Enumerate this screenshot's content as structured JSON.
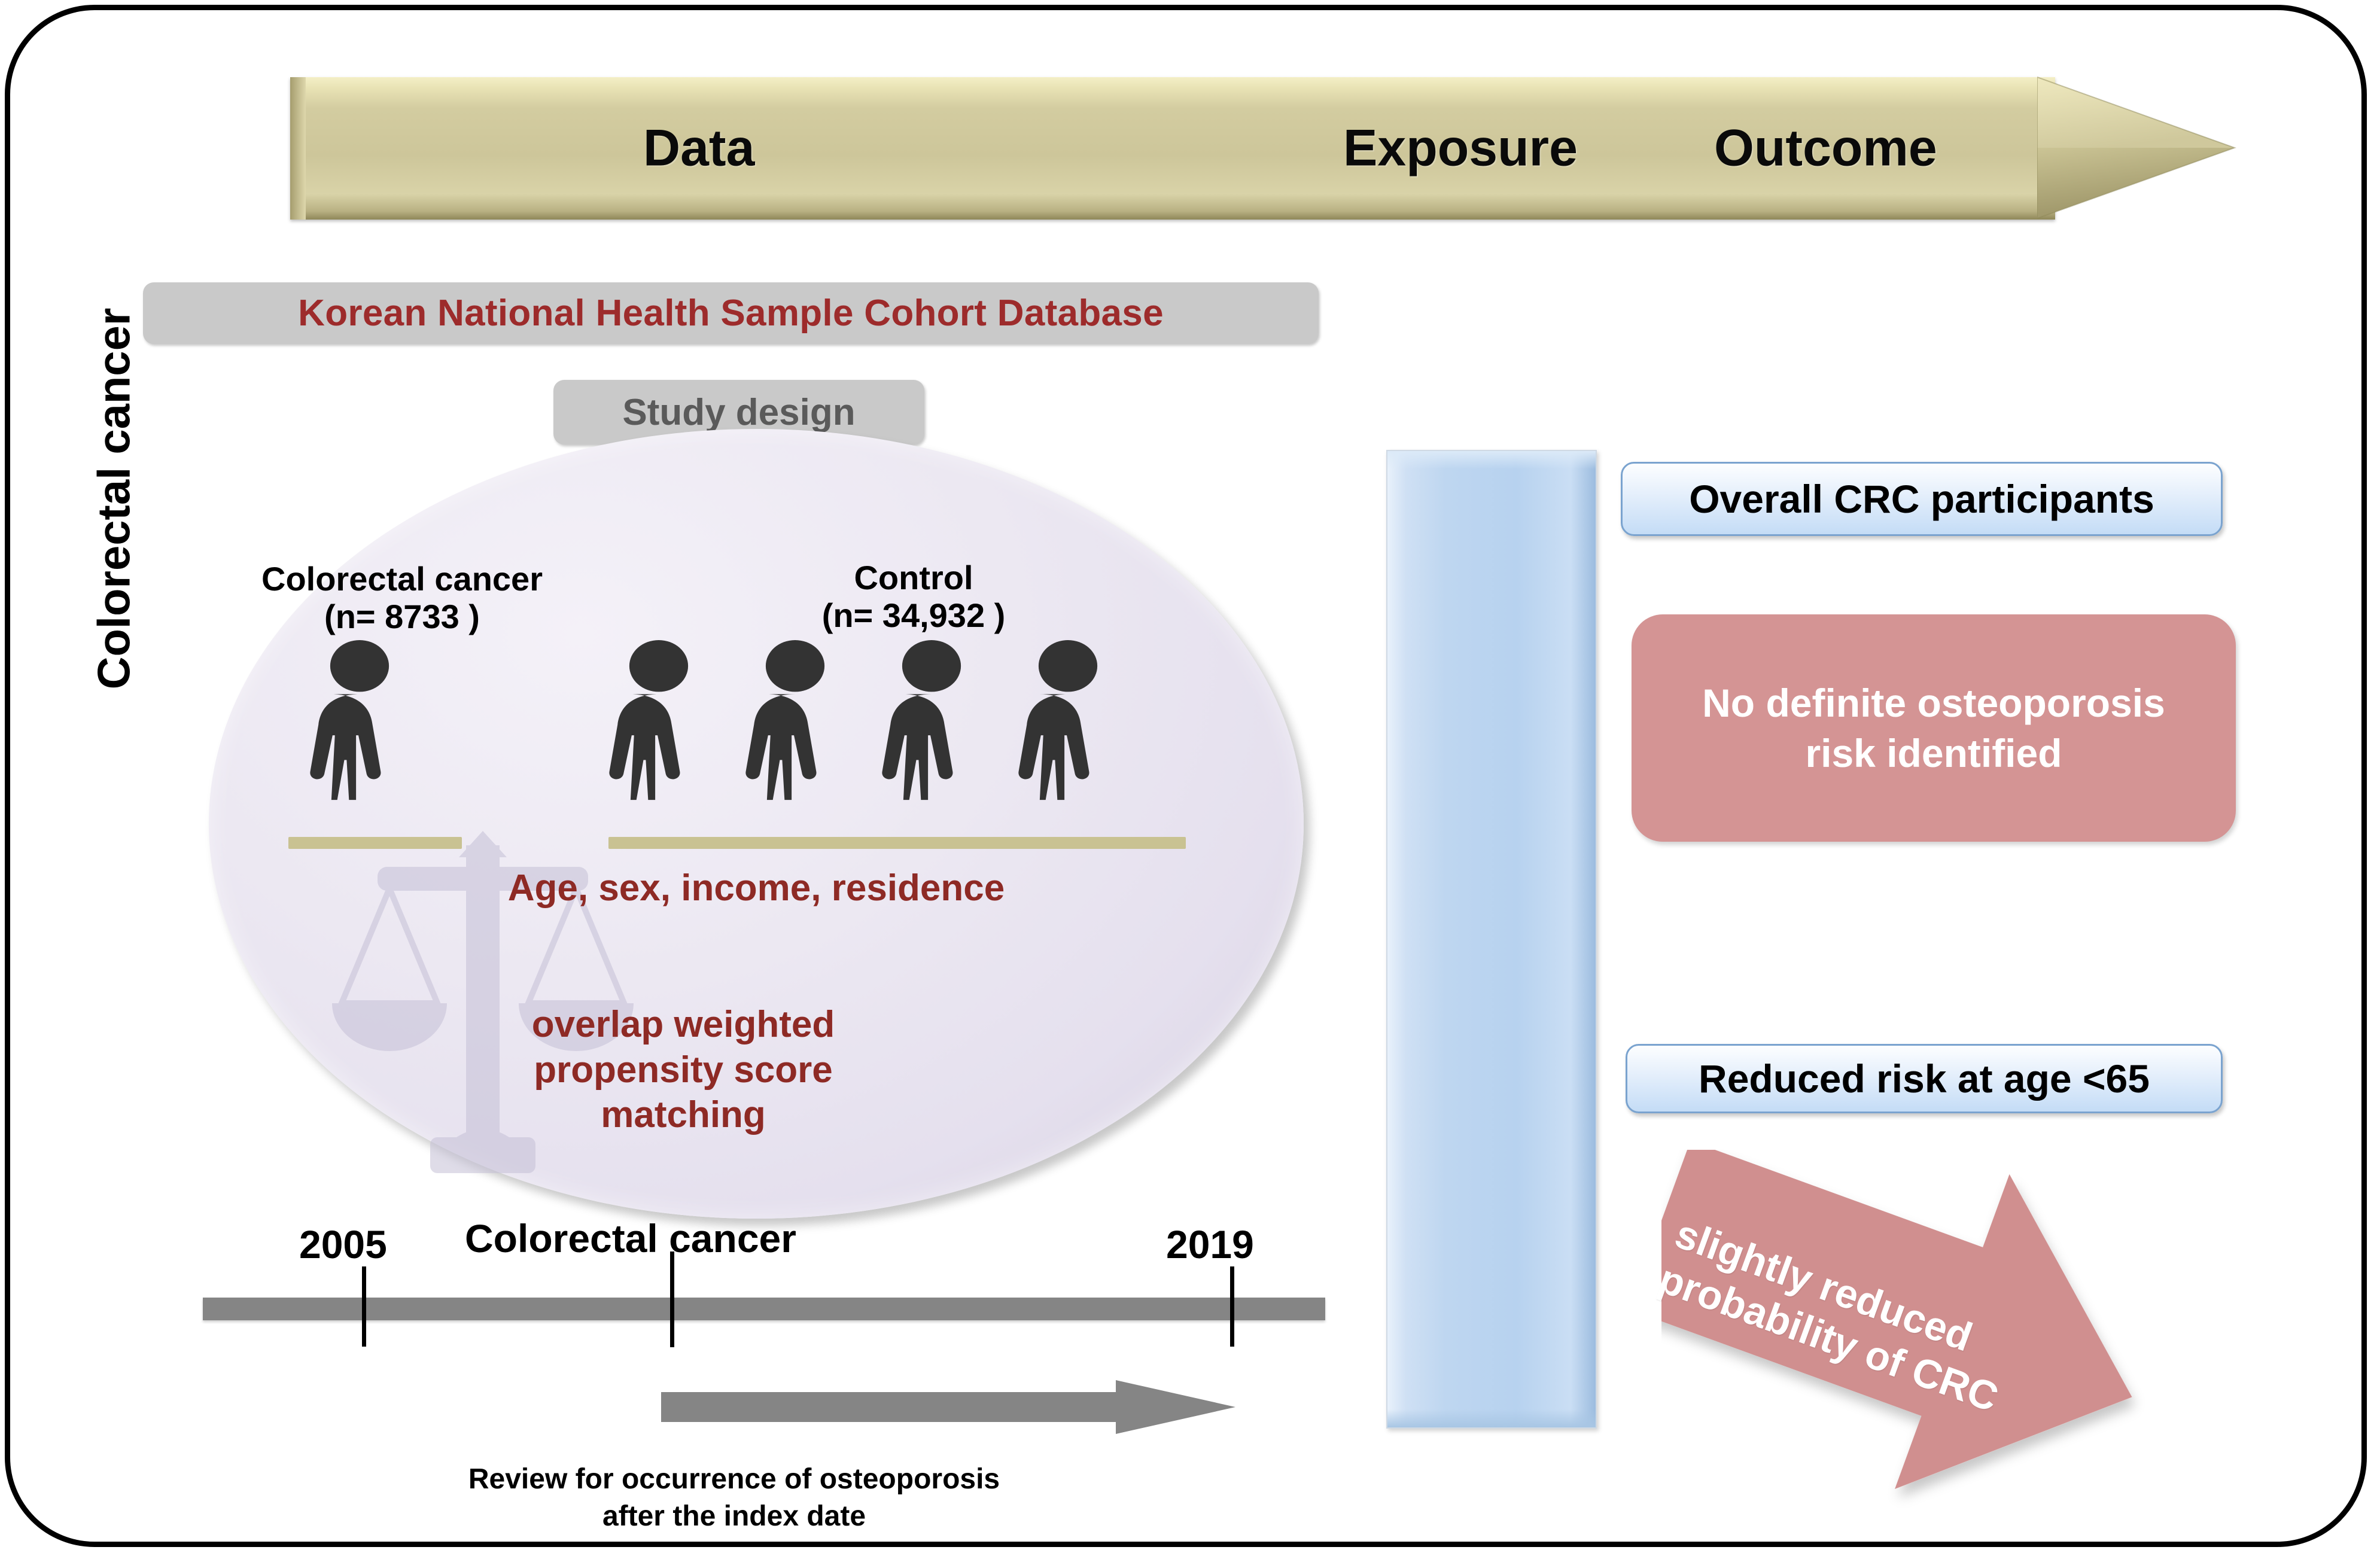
{
  "banner": {
    "labels": [
      {
        "id": "data",
        "text": "Data"
      },
      {
        "id": "exposure",
        "text": "Exposure"
      },
      {
        "id": "outcome",
        "text": "Outcome"
      }
    ]
  },
  "database_chip": {
    "label": "Korean National Health Sample Cohort Database",
    "text_color": "#9d2b2b",
    "bg_color": "#c9c9c9"
  },
  "study_design_chip": {
    "label": "Study design",
    "text_color": "#5a5a5a",
    "bg_color": "#c9c9c9"
  },
  "cohort": {
    "case": {
      "title": "Colorectal cancer",
      "count_label": "(n= 8733 )",
      "n": 8733,
      "figures": 1
    },
    "control": {
      "title": "Control",
      "count_label": "(n= 34,932 )",
      "n": 34932,
      "figures": 4
    },
    "matching_variables": "Age, sex, income, residence",
    "matching_method": "overlap weighted\npropensity score\nmatching",
    "accent_color": "#8e2a25",
    "ellipse_fill": "#ece8f2"
  },
  "timeline": {
    "start_year": "2005",
    "end_year": "2019",
    "event_label": "Colorectal cancer",
    "caption": "Review for occurrence of osteoporosis\nafter the index date",
    "bar_color": "#858585"
  },
  "outcome_panel": {
    "vertical_bar_label": "Colorectal cancer",
    "vertical_bar_color": "#bed6f0",
    "overall_box": "Overall CRC participants",
    "no_risk_box": "No definite osteoporosis\nrisk identified",
    "no_risk_color": "#d49494",
    "reduced_box": "Reduced risk at age <65",
    "arrow_text": "slightly reduced\nprobability of CRC",
    "arrow_color": "#d08f8f"
  }
}
